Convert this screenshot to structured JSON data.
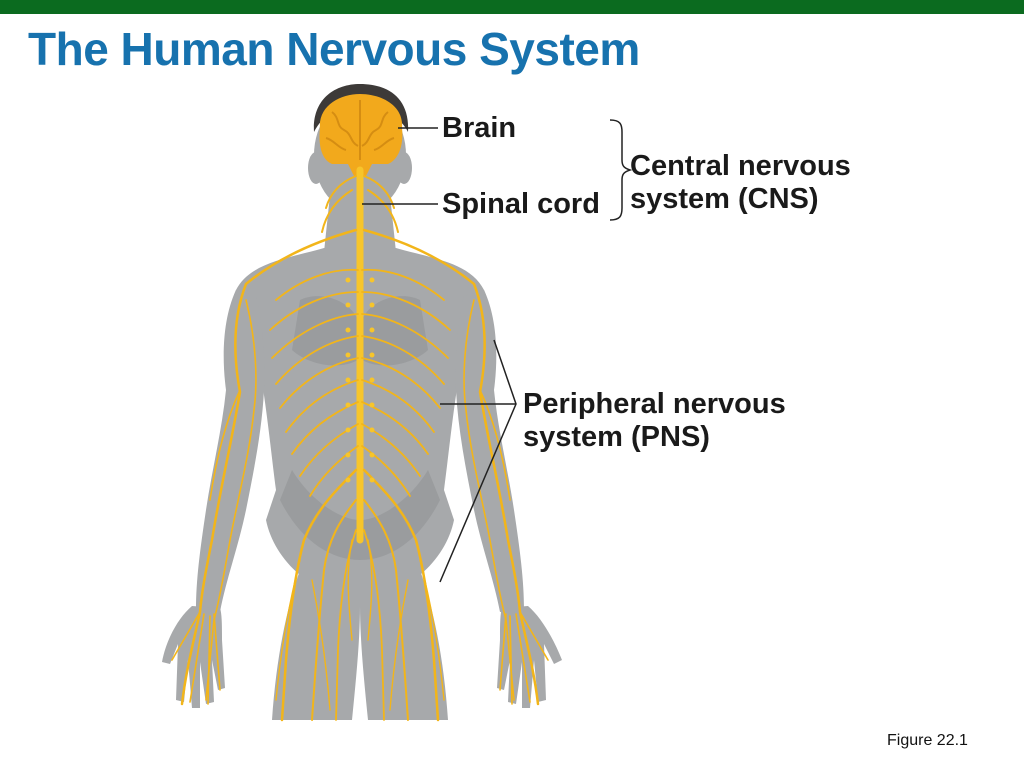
{
  "slide": {
    "title": "The Human Nervous System",
    "caption": "Figure 22.1"
  },
  "labels": {
    "brain": "Brain",
    "spinal_cord": "Spinal cord",
    "cns_line1": "Central nervous",
    "cns_line2": "system (CNS)",
    "pns_line1": "Peripheral nervous",
    "pns_line2": "system (PNS)"
  },
  "colors": {
    "top_bar": "#0b6b1f",
    "title": "#1772ae",
    "nerve": "#f2b51a",
    "nerve_core": "#f7c52b",
    "body": "#a7a9ab",
    "body_shadow": "#8e9092",
    "hair": "#3d3a38",
    "brain": "#f2a91c",
    "leader_line": "#222222"
  }
}
